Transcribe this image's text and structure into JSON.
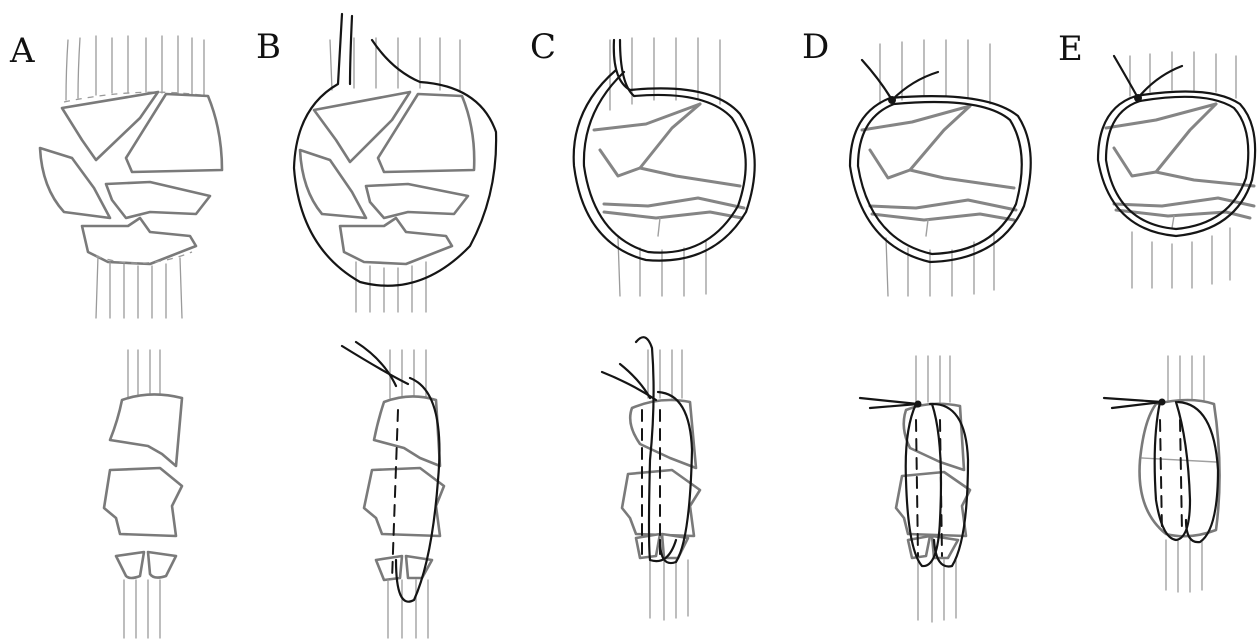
{
  "panels": [
    {
      "id": "A",
      "label": "A"
    },
    {
      "id": "B",
      "label": "B"
    },
    {
      "id": "C",
      "label": "C"
    },
    {
      "id": "D",
      "label": "D"
    },
    {
      "id": "E",
      "label": "E"
    }
  ],
  "colors": {
    "bone_outline": "#7a7a7a",
    "fracture_line": "#858585",
    "suture": "#151515",
    "background": "#ffffff"
  }
}
